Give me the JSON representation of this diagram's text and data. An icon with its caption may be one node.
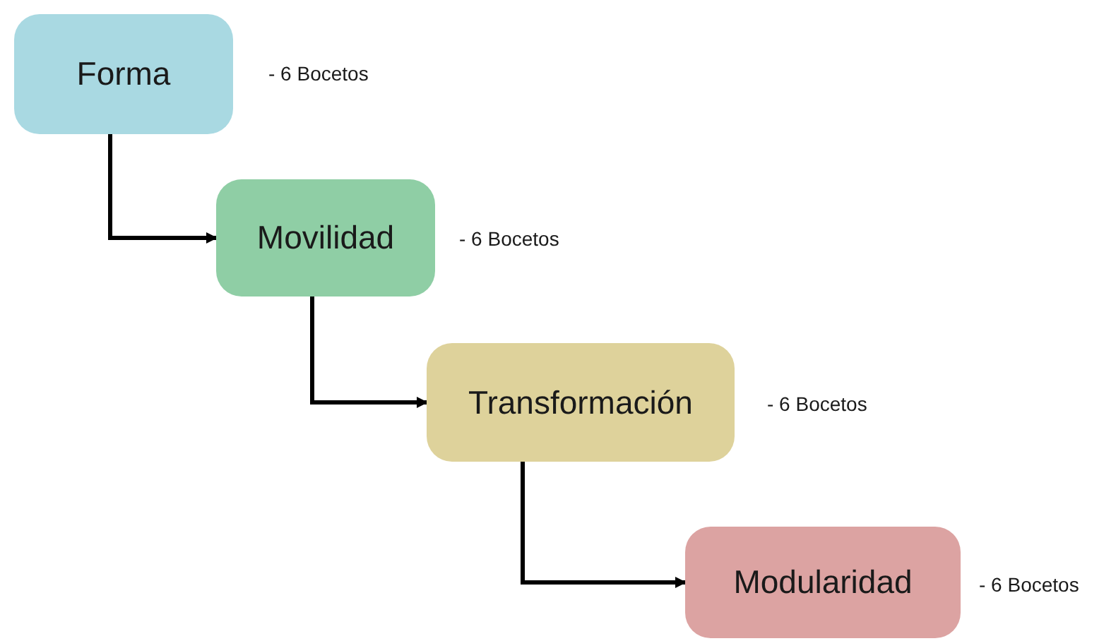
{
  "diagram": {
    "nodes": [
      {
        "text": [
          "Forma"
        ],
        "beside": [
          "- 6 Bocetos"
        ]
      },
      {
        "text": [
          "Movilidad"
        ],
        "beside": [
          "- 6 Bocetos"
        ]
      },
      {
        "text": [
          "Transformación"
        ],
        "beside": [
          "- 6 Bocetos"
        ]
      },
      {
        "text": [
          "Modularidad"
        ],
        "beside": [
          "- 6 Bocetos"
        ]
      }
    ],
    "edges": [
      {
        "from": 0,
        "to": 1,
        "arrow": "to"
      },
      {
        "from": 1,
        "to": 2,
        "arrow": "to"
      },
      {
        "from": 2,
        "to": 3,
        "arrow": "to"
      }
    ]
  }
}
